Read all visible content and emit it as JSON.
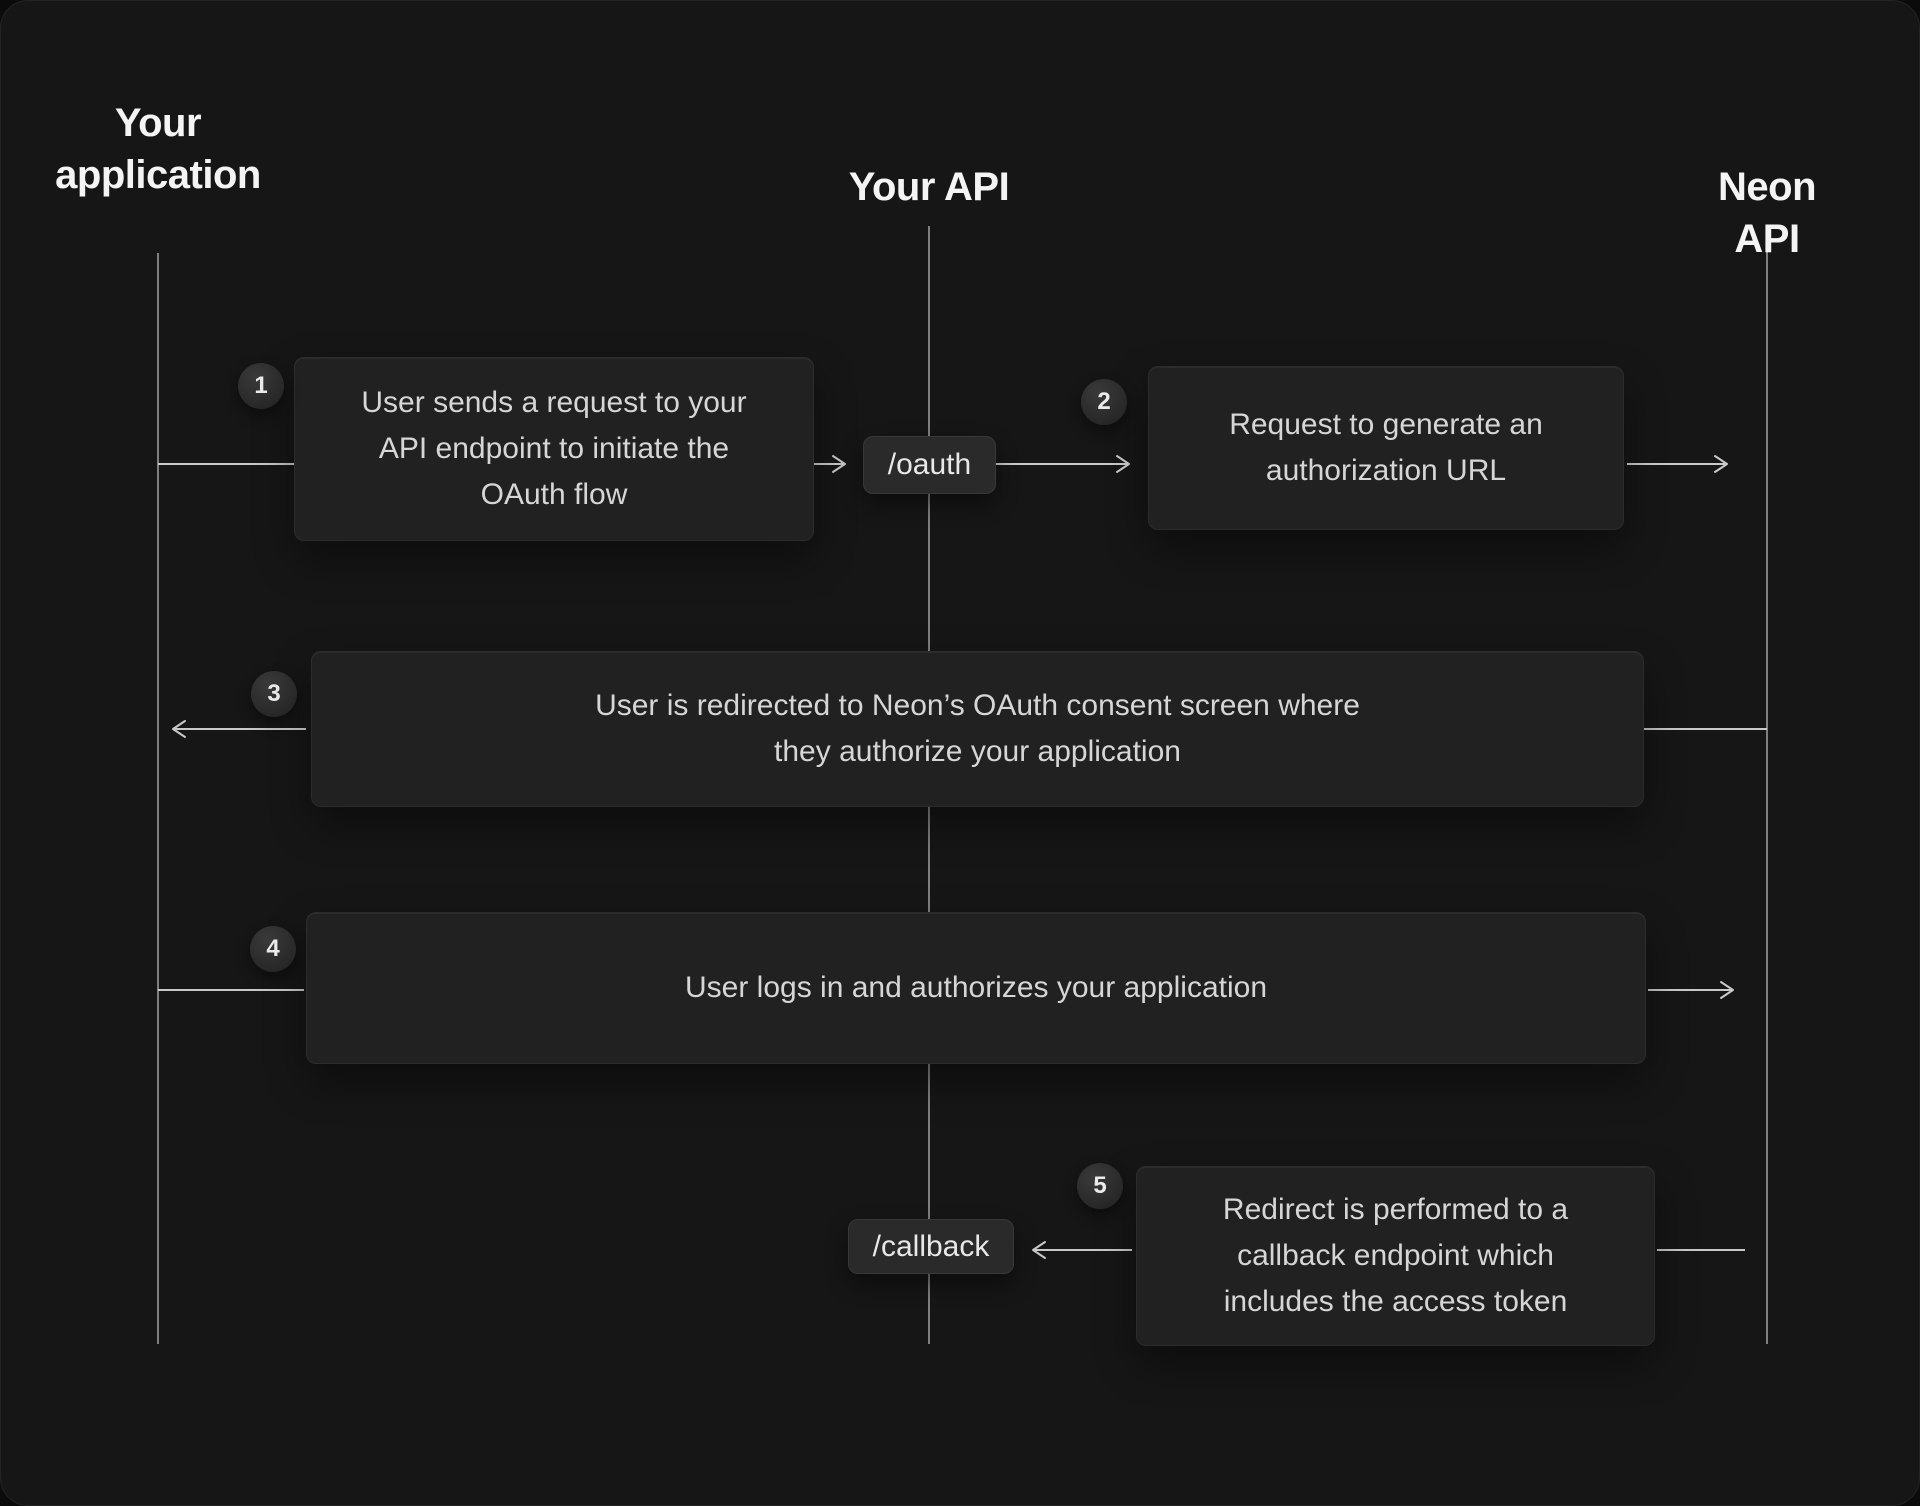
{
  "actors": [
    {
      "id": "your-application",
      "label": "Your\napplication"
    },
    {
      "id": "your-api",
      "label": "Your API"
    },
    {
      "id": "neon-api",
      "label": "Neon API"
    }
  ],
  "steps": [
    {
      "number": "1",
      "text": "User sends a request to your\nAPI endpoint to initiate the\nOAuth flow"
    },
    {
      "number": "2",
      "text": "Request to generate an\nauthorization URL"
    },
    {
      "number": "3",
      "text": "User is redirected to Neon’s OAuth consent screen where\nthey authorize your application"
    },
    {
      "number": "4",
      "text": "User logs in and authorizes your application"
    },
    {
      "number": "5",
      "text": "Redirect is performed to a\ncallback endpoint which\nincludes the access token"
    }
  ],
  "endpoints": [
    {
      "label": "/oauth"
    },
    {
      "label": "/callback"
    }
  ],
  "colors": {
    "background": "#161616",
    "box_background": "#212121",
    "box_border": "#2c2c2c",
    "body_text": "#d6d6d6",
    "heading_text": "#f4f4f4",
    "connector": "#c9c9c9",
    "lifeline": "#7f7f7f"
  }
}
